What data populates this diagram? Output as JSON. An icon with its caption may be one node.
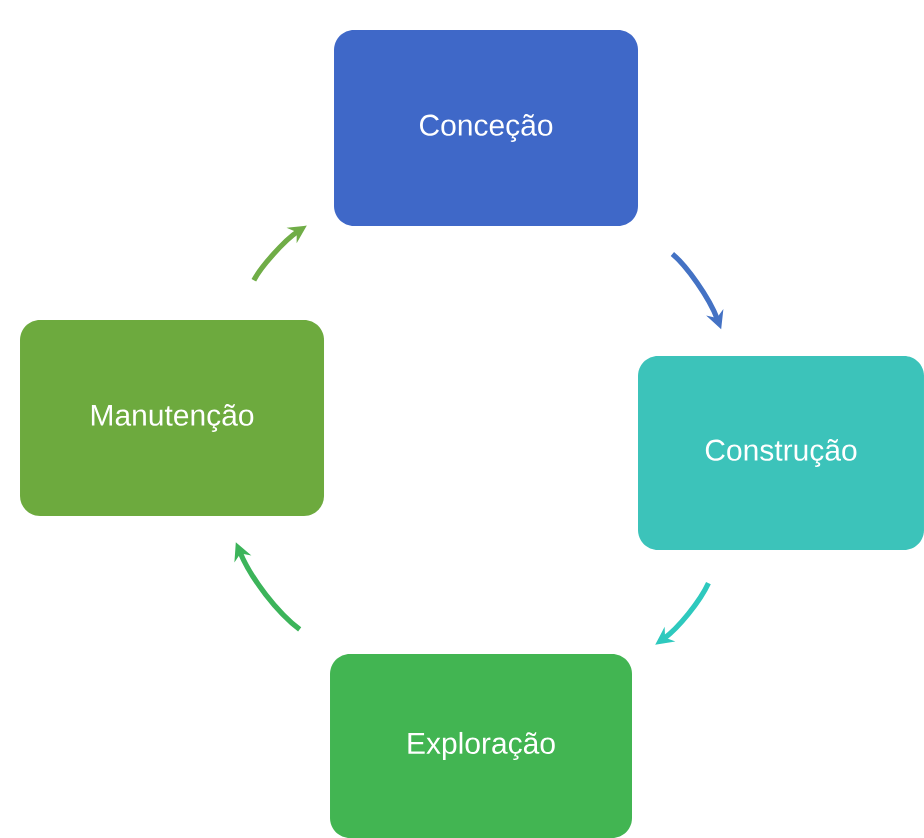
{
  "diagram": {
    "nodes": [
      {
        "text": [
          "Conceção"
        ]
      },
      {
        "text": [
          "Construção"
        ]
      },
      {
        "text": [
          "Exploração"
        ]
      },
      {
        "text": [
          "Manutenção"
        ]
      }
    ],
    "edges": [
      {
        "from": 0,
        "to": 1,
        "arrow": "to",
        "color": "#4472c4"
      },
      {
        "from": 1,
        "to": 2,
        "arrow": "to",
        "color": "#2ec9be"
      },
      {
        "from": 2,
        "to": 3,
        "arrow": "to",
        "color": "#3cb45a"
      },
      {
        "from": 3,
        "to": 0,
        "arrow": "to",
        "color": "#70ad47"
      }
    ]
  }
}
